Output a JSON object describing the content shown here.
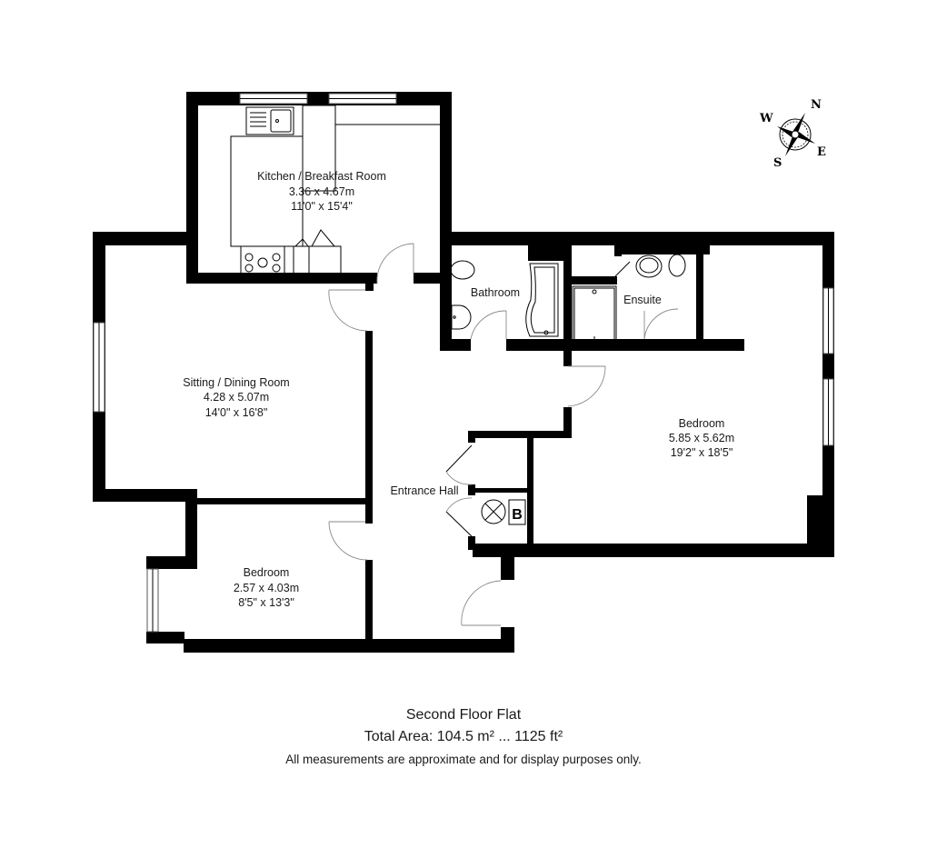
{
  "plan": {
    "floor_title": "Second Floor Flat",
    "total_area": "Total Area: 104.5 m² ... 1125 ft²",
    "disclaimer": "All measurements are approximate and for display purposes only."
  },
  "compass": {
    "icon": "compass-rose-icon",
    "north": "N",
    "south": "S",
    "east": "E",
    "west": "W"
  },
  "rooms": {
    "kitchen": {
      "name": "Kitchen / Breakfast Room",
      "metric": "3.36 x 4.67m",
      "imperial": "11'0\" x 15'4\""
    },
    "sitting": {
      "name": "Sitting / Dining Room",
      "metric": "4.28 x 5.07m",
      "imperial": "14'0\" x 16'8\""
    },
    "bathroom": {
      "name": "Bathroom"
    },
    "ensuite": {
      "name": "Ensuite"
    },
    "master_bedroom": {
      "name": "Bedroom",
      "metric": "5.85 x 5.62m",
      "imperial": "19'2\" x 18'5\""
    },
    "entrance_hall": {
      "name": "Entrance Hall"
    },
    "bedroom2": {
      "name": "Bedroom",
      "metric": "2.57 x 4.03m",
      "imperial": "8'5\" x 13'3\""
    }
  },
  "symbols": {
    "boiler_label": "B"
  },
  "colors": {
    "wall": "#000000",
    "background": "#ffffff",
    "door_arc": "#8a8a8a"
  }
}
